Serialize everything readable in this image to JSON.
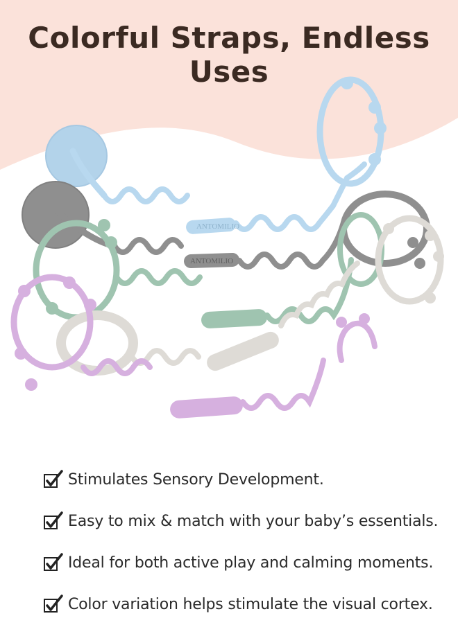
{
  "title": "Colorful Straps, Endless Uses",
  "brand_imprint": "ANTOMILIO",
  "features": [
    "Stimulates Sensory Development.",
    "Easy to mix & match with your baby’s essentials.",
    "Ideal for both active play and calming moments.",
    "Color variation helps stimulate the visual cortex."
  ],
  "icons": {
    "bullet": "checkbox-checked-icon"
  },
  "colors": {
    "background_top": "#fbe2da",
    "title": "#3b2a22",
    "strap_blue": "#b8d8ef",
    "strap_gray": "#8f8f8f",
    "strap_green": "#9fc4b0",
    "strap_white": "#dedbd6",
    "strap_purple": "#d6b0df"
  }
}
